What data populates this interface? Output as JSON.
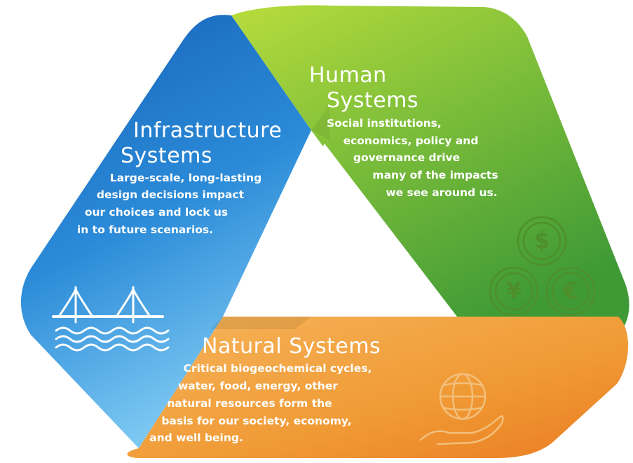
{
  "infrastructure": {
    "title_line1": "Infrastructure",
    "title_line2": "Systems",
    "desc_lines": [
      "Large-scale, long-lasting",
      "design decisions impact",
      "our choices and lock us",
      "in to future scenarios."
    ],
    "color": "#1f7fd0"
  },
  "human": {
    "title_line1": "Human",
    "title_line2": "Systems",
    "desc_lines": [
      "Social institutions,",
      "economics, policy and",
      "governance drive",
      "many of the impacts",
      "we see around us."
    ],
    "color": "#6fb43c",
    "icon_symbols": [
      "$",
      "¥",
      "€"
    ]
  },
  "natural": {
    "title": "Natural Systems",
    "desc_lines": [
      "Critical biogeochemical cycles,",
      "water, food, energy, other",
      "natural resources form the",
      "basis for our society, economy,",
      "and well being."
    ],
    "color": "#f09a35"
  },
  "icons": [
    "bridge-icon",
    "currency-coins-icon",
    "globe-in-hand-icon"
  ]
}
